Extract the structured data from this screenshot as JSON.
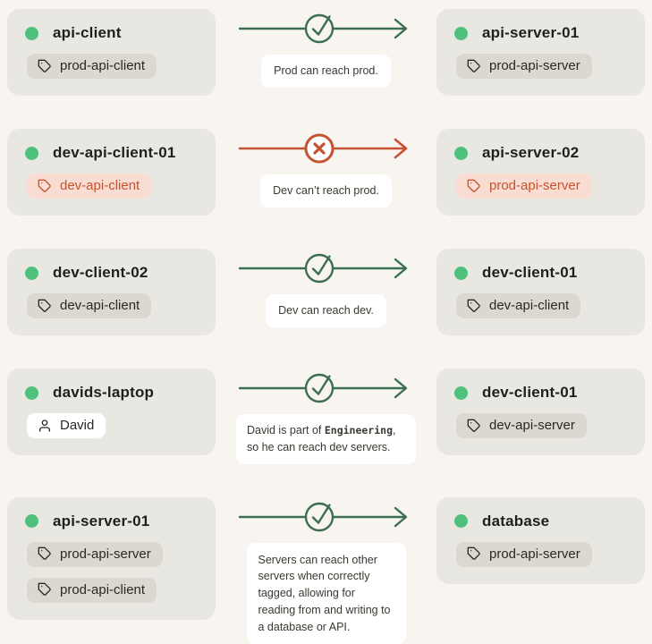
{
  "colors": {
    "background": "#f8f5f0",
    "card_bg": "#e9e7e2",
    "chip_bg": "#dcd8d0",
    "chip_red_bg": "#f9ddd2",
    "online_green": "#4fc17d",
    "allow_green": "#3c6f52",
    "deny_red": "#c5532f",
    "caption_bg": "#ffffff"
  },
  "rows": [
    {
      "source": {
        "name": "api-client",
        "status": "online",
        "tags": [
          {
            "label": "prod-api-client",
            "highlight": false
          }
        ]
      },
      "connection": {
        "allowed": true,
        "caption": {
          "before": "Prod can reach prod.",
          "code": "",
          "after": ""
        }
      },
      "target": {
        "name": "api-server-01",
        "status": "online",
        "tags": [
          {
            "label": "prod-api-server",
            "highlight": false
          }
        ]
      }
    },
    {
      "source": {
        "name": "dev-api-client-01",
        "status": "online",
        "tags": [
          {
            "label": "dev-api-client",
            "highlight": true
          }
        ]
      },
      "connection": {
        "allowed": false,
        "caption": {
          "before": "Dev can’t reach prod.",
          "code": "",
          "after": ""
        }
      },
      "target": {
        "name": "api-server-02",
        "status": "online",
        "tags": [
          {
            "label": "prod-api-server",
            "highlight": true
          }
        ]
      }
    },
    {
      "source": {
        "name": "dev-client-02",
        "status": "online",
        "tags": [
          {
            "label": "dev-api-client",
            "highlight": false
          }
        ]
      },
      "connection": {
        "allowed": true,
        "caption": {
          "before": "Dev can reach dev.",
          "code": "",
          "after": ""
        }
      },
      "target": {
        "name": "dev-client-01",
        "status": "online",
        "tags": [
          {
            "label": "dev-api-client",
            "highlight": false
          }
        ]
      }
    },
    {
      "source": {
        "name": "davids-laptop",
        "status": "online",
        "user": "David"
      },
      "connection": {
        "allowed": true,
        "caption": {
          "before": "David is part of ",
          "code": "Engineering",
          "after": ", so he can reach dev servers."
        }
      },
      "target": {
        "name": "dev-client-01",
        "status": "online",
        "tags": [
          {
            "label": "dev-api-server",
            "highlight": false
          }
        ]
      }
    },
    {
      "source": {
        "name": "api-server-01",
        "status": "online",
        "tags": [
          {
            "label": "prod-api-server",
            "highlight": false
          },
          {
            "label": "prod-api-client",
            "highlight": false
          }
        ]
      },
      "connection": {
        "allowed": true,
        "caption": {
          "before": "Servers can reach other servers when correctly tagged, allowing for reading from and writing to a database or API.",
          "code": "",
          "after": ""
        }
      },
      "target": {
        "name": "database",
        "status": "online",
        "tags": [
          {
            "label": "prod-api-server",
            "highlight": false
          }
        ]
      }
    }
  ]
}
